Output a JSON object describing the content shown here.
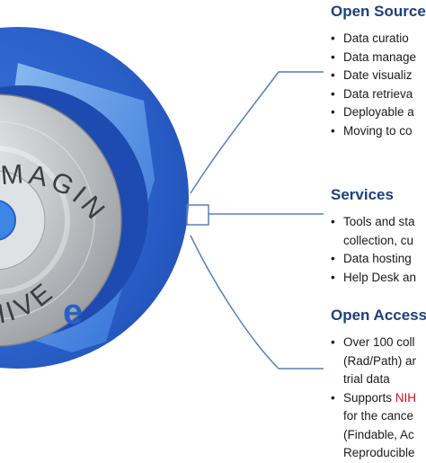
{
  "logo": {
    "ring_text_top": "IMAGING",
    "ring_text_bottom": "CHIVE",
    "colors": {
      "outer_ring": "#2a5fc8",
      "inner_blue": "#1e4bb0",
      "disc_silver": "#c9cccf",
      "accent": "#3d86e6"
    }
  },
  "sections": [
    {
      "title": "Open Source",
      "bullets": [
        {
          "lines": [
            "Data curatio"
          ]
        },
        {
          "lines": [
            "Data manage"
          ]
        },
        {
          "lines": [
            "Date visualiz"
          ]
        },
        {
          "lines": [
            "Data retrieva"
          ]
        },
        {
          "lines": [
            "Deployable a"
          ]
        },
        {
          "lines": [
            "Moving to co"
          ]
        }
      ]
    },
    {
      "title": "Services",
      "bullets": [
        {
          "lines": [
            "Tools and sta",
            "collection, cu"
          ]
        },
        {
          "lines": [
            "Data hosting"
          ]
        },
        {
          "lines": [
            "Help Desk an"
          ]
        }
      ]
    },
    {
      "title": "Open Access",
      "bullets": [
        {
          "lines": [
            "Over 100 coll",
            "(Rad/Path) ar",
            "trial data"
          ]
        },
        {
          "lines_prefix": "Supports ",
          "lines_highlight": "NIH",
          "lines": [
            "for the cance",
            "(Findable, Ac",
            "Reproducible"
          ]
        }
      ]
    }
  ]
}
